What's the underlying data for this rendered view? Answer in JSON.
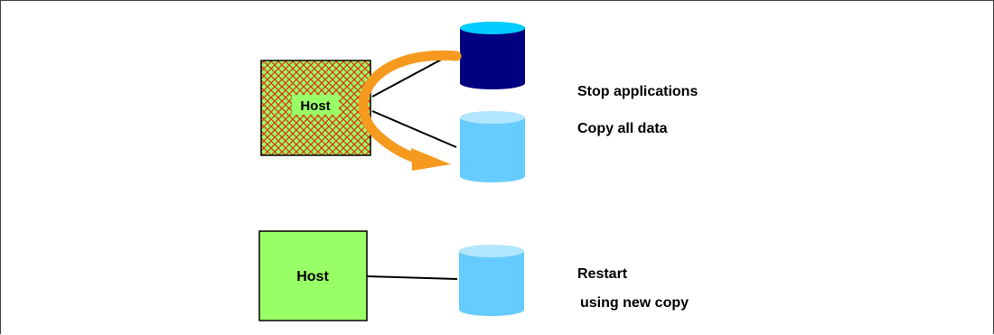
{
  "diagram": {
    "top": {
      "host_label": "Host",
      "steps": [
        "Stop applications",
        "Copy all data"
      ]
    },
    "bottom": {
      "host_label": "Host",
      "steps": [
        "Restart",
        "using new copy"
      ]
    }
  },
  "colors": {
    "host_green": "#99ff66",
    "host_hatch": "#dd3311",
    "source_disk_dark": "#000080",
    "source_disk_top": "#00ccff",
    "target_disk": "#66ccff",
    "target_disk_top": "#b3e6ff",
    "copy_arrow": "#f59a1e"
  }
}
